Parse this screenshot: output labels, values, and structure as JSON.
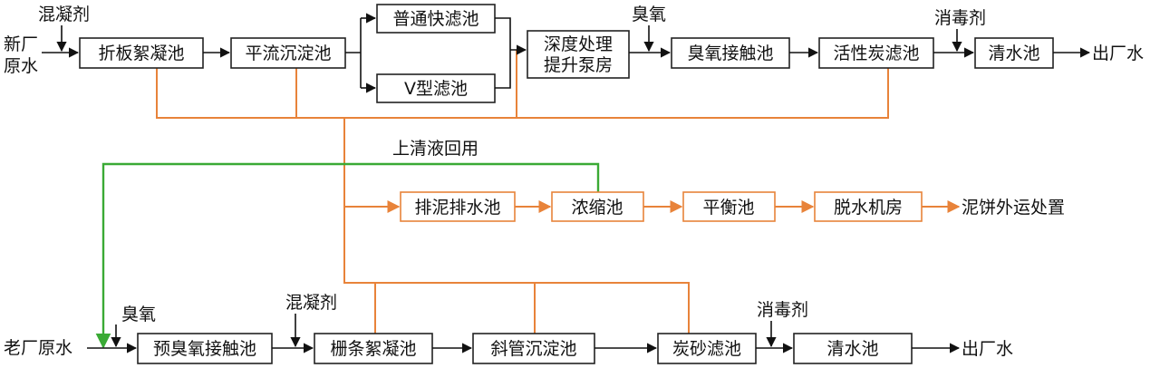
{
  "new_plant": {
    "source": [
      "新厂",
      "原水"
    ],
    "coagulant": "混凝剂",
    "folded_plate": "折板絮凝池",
    "sedimentation": "平流沉淀池",
    "rapid_filter": "普通快滤池",
    "v_filter": "V型滤池",
    "pump": [
      "深度处理",
      "提升泵房"
    ],
    "ozone": "臭氧",
    "ozone_contact": "臭氧接触池",
    "carbon_filter": "活性炭滤池",
    "disinfectant": "消毒剂",
    "clear_well": "清水池",
    "outlet": "出厂水"
  },
  "sludge": {
    "supernatant_reuse": "上清液回用",
    "drain_tank": "排泥排水池",
    "thickener": "浓缩池",
    "balance_tank": "平衡池",
    "dewatering": "脱水机房",
    "cake": "泥饼外运处置"
  },
  "old_plant": {
    "source": "老厂原水",
    "ozone": "臭氧",
    "pre_ozone": "预臭氧接触池",
    "coagulant": "混凝剂",
    "grid_flocc": "栅条絮凝池",
    "tube_settler": "斜管沉淀池",
    "sand_filter": "炭砂滤池",
    "disinfectant": "消毒剂",
    "clear_well": "清水池",
    "outlet": "出厂水"
  },
  "colors": {
    "process_line": "#111111",
    "sludge_line": "#e8833a",
    "reuse_line": "#3aaa35"
  }
}
